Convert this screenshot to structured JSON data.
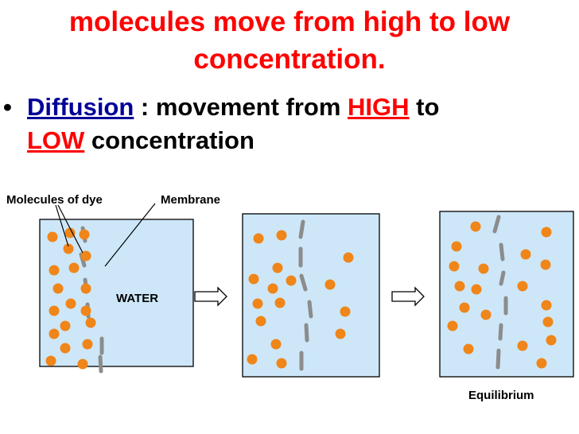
{
  "title": {
    "line1": "molecules move from high to low",
    "line2": "concentration.",
    "color": "#ff0000"
  },
  "bullet": {
    "marker": "•",
    "term": "Diffusion",
    "text1": " : movement from ",
    "high": "HIGH",
    "text2": " to",
    "low": "LOW",
    "text3": " concentration",
    "term_color": "#000099",
    "keyword_color": "#ff0000"
  },
  "diagram": {
    "label_dye": "Molecules of dye",
    "label_membrane": "Membrane",
    "label_water": "WATER",
    "label_equilibrium": "Equilibrium",
    "water_color": "#cde7f8",
    "dye_color": "#f08519",
    "membrane_color": "#8c8c8c"
  }
}
